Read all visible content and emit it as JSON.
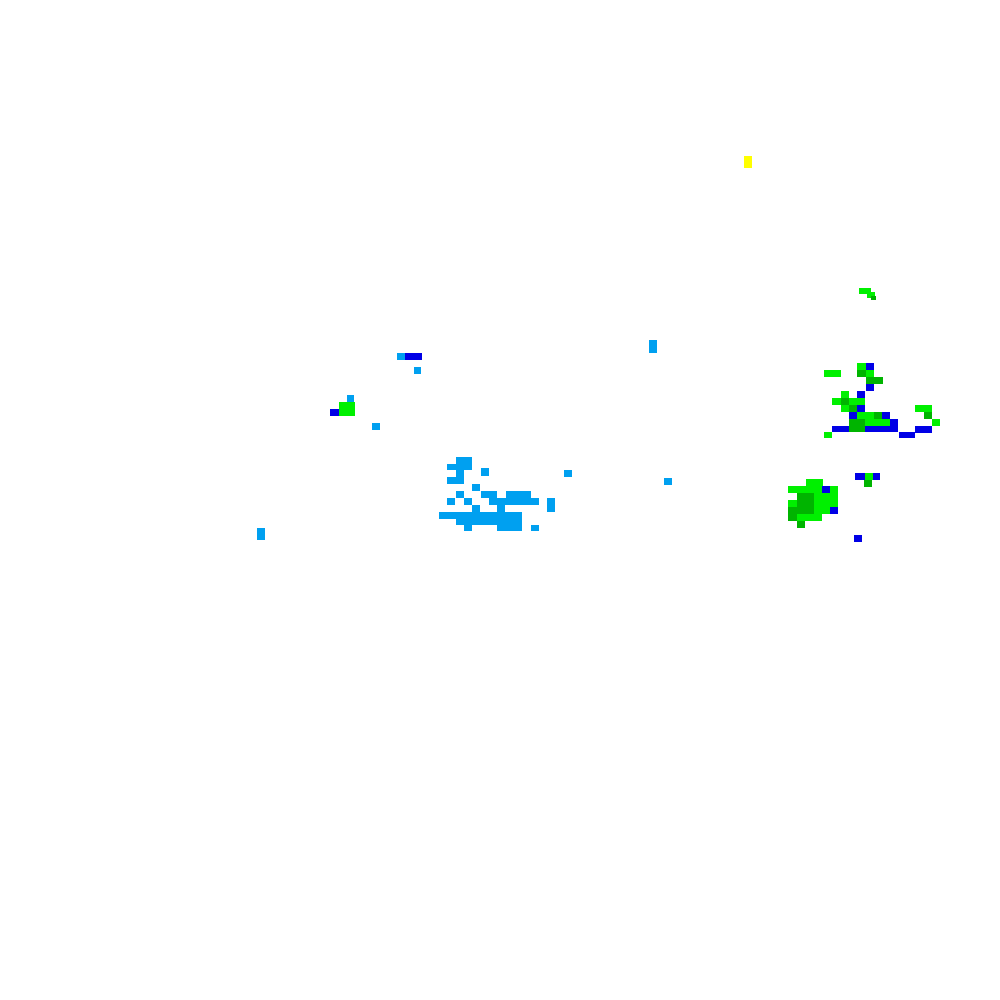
{
  "map": {
    "type": "precipitation-radar-overlay",
    "background": "#ffffff",
    "legend_visible": false,
    "intensity_colors": {
      "light_blue": "#00a0f0",
      "blue": "#0000e6",
      "green": "#00f000",
      "dark_green": "#00b400",
      "yellow": "#ffff00"
    },
    "echo_regions": [
      "west-scattered-cells",
      "central-light-blue-cluster",
      "east-northeast-cell-cluster",
      "east-southeast-green-cell",
      "north-isolated-yellow-cell"
    ]
  }
}
